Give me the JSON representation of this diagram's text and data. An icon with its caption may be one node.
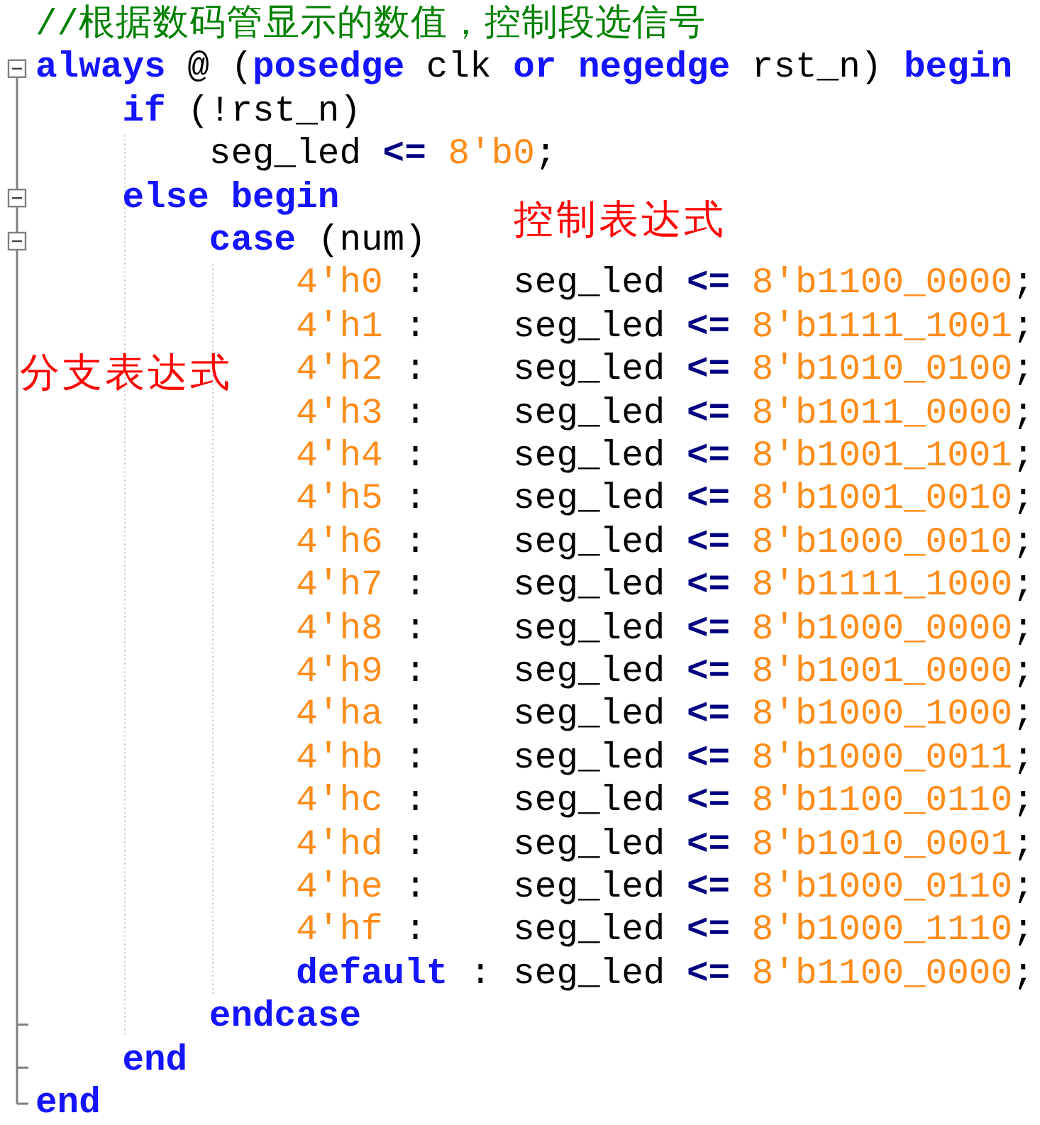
{
  "diagram": {
    "labels": [
      "//根据数码管显示的数值，控制段选信号",
      "always",
      "@ (",
      "posedge",
      "clk",
      "or",
      "negedge",
      "rst_n)",
      "begin",
      "if",
      "(!rst_n)",
      "seg_led",
      "<=",
      "8'b0",
      ";",
      "else",
      "begin",
      "控制表达式",
      "case",
      "(num)",
      "4'h0",
      ":",
      "seg_led",
      "<=",
      "8'b1100_0000",
      ";",
      "4'h1",
      ":",
      "seg_led",
      "<=",
      "8'b1111_1001",
      ";",
      "分支表达式",
      "4'h2",
      ":",
      "seg_led",
      "<=",
      "8'b1010_0100",
      ";",
      "4'h3",
      ":",
      "seg_led",
      "<=",
      "8'b1011_0000",
      ";",
      "4'h4",
      ":",
      "seg_led",
      "<=",
      "8'b1001_1001",
      ";",
      "4'h5",
      ":",
      "seg_led",
      "<=",
      "8'b1001_0010",
      ";",
      "4'h6",
      ":",
      "seg_led",
      "<=",
      "8'b1000_0010",
      ";",
      "4'h7",
      ":",
      "seg_led",
      "<=",
      "8'b1111_1000",
      ";",
      "4'h8",
      ":",
      "seg_led",
      "<=",
      "8'b1000_0000",
      ";",
      "4'h9",
      ":",
      "seg_led",
      "<=",
      "8'b1001_0000",
      ";",
      "4'ha",
      ":",
      "seg_led",
      "<=",
      "8'b1000_1000",
      ";",
      "4'hb",
      ":",
      "seg_led",
      "<=",
      "8'b1000_0011",
      ";",
      "4'hc",
      ":",
      "seg_led",
      "<=",
      "8'b1100_0110",
      ";",
      "4'hd",
      ":",
      "seg_led",
      "<=",
      "8'b1010_0001",
      ";",
      "4'he",
      ":",
      "seg_led",
      "<=",
      "8'b1000_0110",
      ";",
      "4'hf",
      ":",
      "seg_led",
      "<=",
      "8'b1000_1110",
      ";",
      "default",
      ":",
      "seg_led",
      "<=",
      "8'b1100_0000",
      ";",
      "endcase",
      "end",
      "end"
    ]
  }
}
